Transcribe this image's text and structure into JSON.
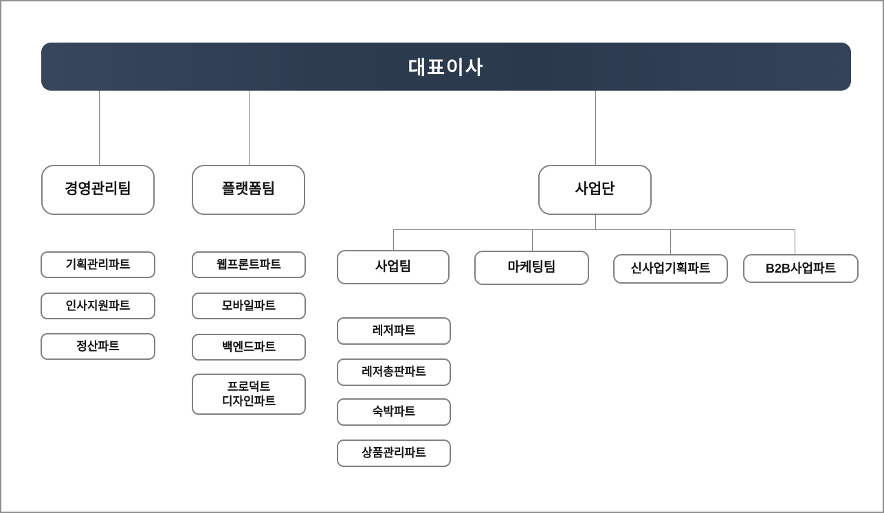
{
  "org_chart": {
    "type": "org-tree",
    "root": {
      "label": "대표이사"
    },
    "teams": [
      {
        "label": "경영관리팀",
        "parts": [
          {
            "label": "기획관리파트"
          },
          {
            "label": "인사지원파트"
          },
          {
            "label": "정산파트"
          }
        ]
      },
      {
        "label": "플랫폼팀",
        "parts": [
          {
            "label": "웹프론트파트"
          },
          {
            "label": "모바일파트"
          },
          {
            "label": "백엔드파트"
          },
          {
            "label": "프로덕트\n디자인파트"
          }
        ]
      },
      {
        "label": "사업단",
        "children": [
          {
            "label": "사업팀",
            "parts": [
              {
                "label": "레저파트"
              },
              {
                "label": "레저총판파트"
              },
              {
                "label": "숙박파트"
              },
              {
                "label": "상품관리파트"
              }
            ]
          },
          {
            "label": "마케팅팀"
          },
          {
            "label": "신사업기획파트"
          },
          {
            "label": "B2B사업파트"
          }
        ]
      }
    ],
    "colors": {
      "banner_gradient_start": "#37465c",
      "banner_gradient_mid": "#2b394d",
      "banner_text": "#ffffff",
      "box_border": "#818181",
      "box_text": "#141414",
      "connector_line": "#7f7f7f",
      "frame_border": "#909090",
      "background": "#ffffff"
    }
  }
}
